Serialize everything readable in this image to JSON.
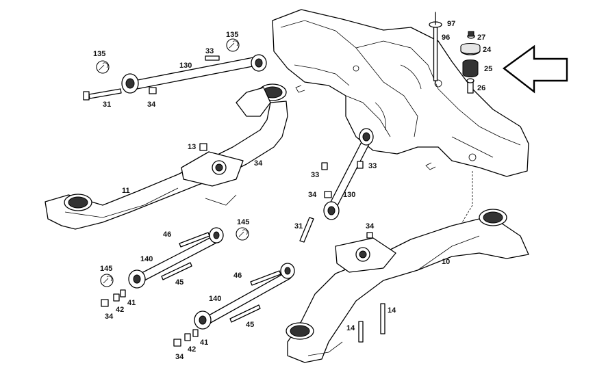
{
  "diagram": {
    "labels": [
      {
        "id": "l97",
        "text": "97"
      },
      {
        "id": "l96",
        "text": "96"
      },
      {
        "id": "l27",
        "text": "27"
      },
      {
        "id": "l24",
        "text": "24"
      },
      {
        "id": "l25",
        "text": "25"
      },
      {
        "id": "l26",
        "text": "26"
      },
      {
        "id": "l135a",
        "text": "135"
      },
      {
        "id": "l135b",
        "text": "135"
      },
      {
        "id": "l33a",
        "text": "33"
      },
      {
        "id": "l130a",
        "text": "130"
      },
      {
        "id": "l31a",
        "text": "31"
      },
      {
        "id": "l34a",
        "text": "34"
      },
      {
        "id": "l13",
        "text": "13"
      },
      {
        "id": "l34b",
        "text": "34"
      },
      {
        "id": "l11",
        "text": "11"
      },
      {
        "id": "l33b",
        "text": "33"
      },
      {
        "id": "l33c",
        "text": "33"
      },
      {
        "id": "l34c",
        "text": "34"
      },
      {
        "id": "l130b",
        "text": "130"
      },
      {
        "id": "l31b",
        "text": "31"
      },
      {
        "id": "l34d",
        "text": "34"
      },
      {
        "id": "l10",
        "text": "10"
      },
      {
        "id": "l46a",
        "text": "46"
      },
      {
        "id": "l145a",
        "text": "145"
      },
      {
        "id": "l140a",
        "text": "140"
      },
      {
        "id": "l145b",
        "text": "145"
      },
      {
        "id": "l45a",
        "text": "45"
      },
      {
        "id": "l41a",
        "text": "41"
      },
      {
        "id": "l42a",
        "text": "42"
      },
      {
        "id": "l34e",
        "text": "34"
      },
      {
        "id": "l46b",
        "text": "46"
      },
      {
        "id": "l140b",
        "text": "140"
      },
      {
        "id": "l45b",
        "text": "45"
      },
      {
        "id": "l41b",
        "text": "41"
      },
      {
        "id": "l42b",
        "text": "42"
      },
      {
        "id": "l34f",
        "text": "34"
      },
      {
        "id": "l14a",
        "text": "14"
      },
      {
        "id": "l14b",
        "text": "14"
      }
    ]
  }
}
